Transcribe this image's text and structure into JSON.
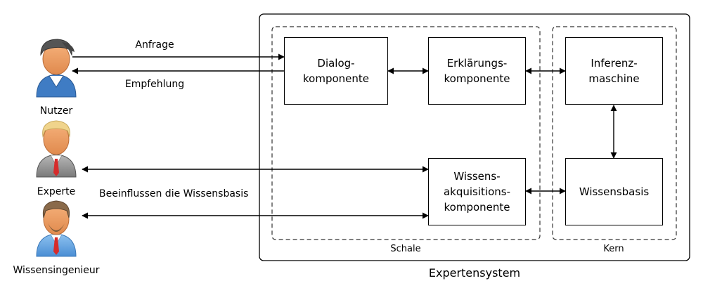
{
  "actors": {
    "nutzer": "Nutzer",
    "experte": "Experte",
    "ingenieur": "Wissensingenieur"
  },
  "arrows": {
    "anfrage": "Anfrage",
    "empfehlung": "Empfehlung",
    "beeinflussen": "Beeinflussen die Wissensbasis"
  },
  "components": {
    "dialog": "Dialog-\nkomponente",
    "erklaerung": "Erklärungs-\nkomponente",
    "wissensakquisition": "Wissens-\nakquisitions-\nkomponente",
    "inferenz": "Inferenz-\nmaschine",
    "wissensbasis": "Wissensbasis"
  },
  "groups": {
    "schale": "Schale",
    "kern": "Kern",
    "system": "Expertensystem"
  },
  "colors": {
    "line": "#000000",
    "group_border": "#333333"
  }
}
